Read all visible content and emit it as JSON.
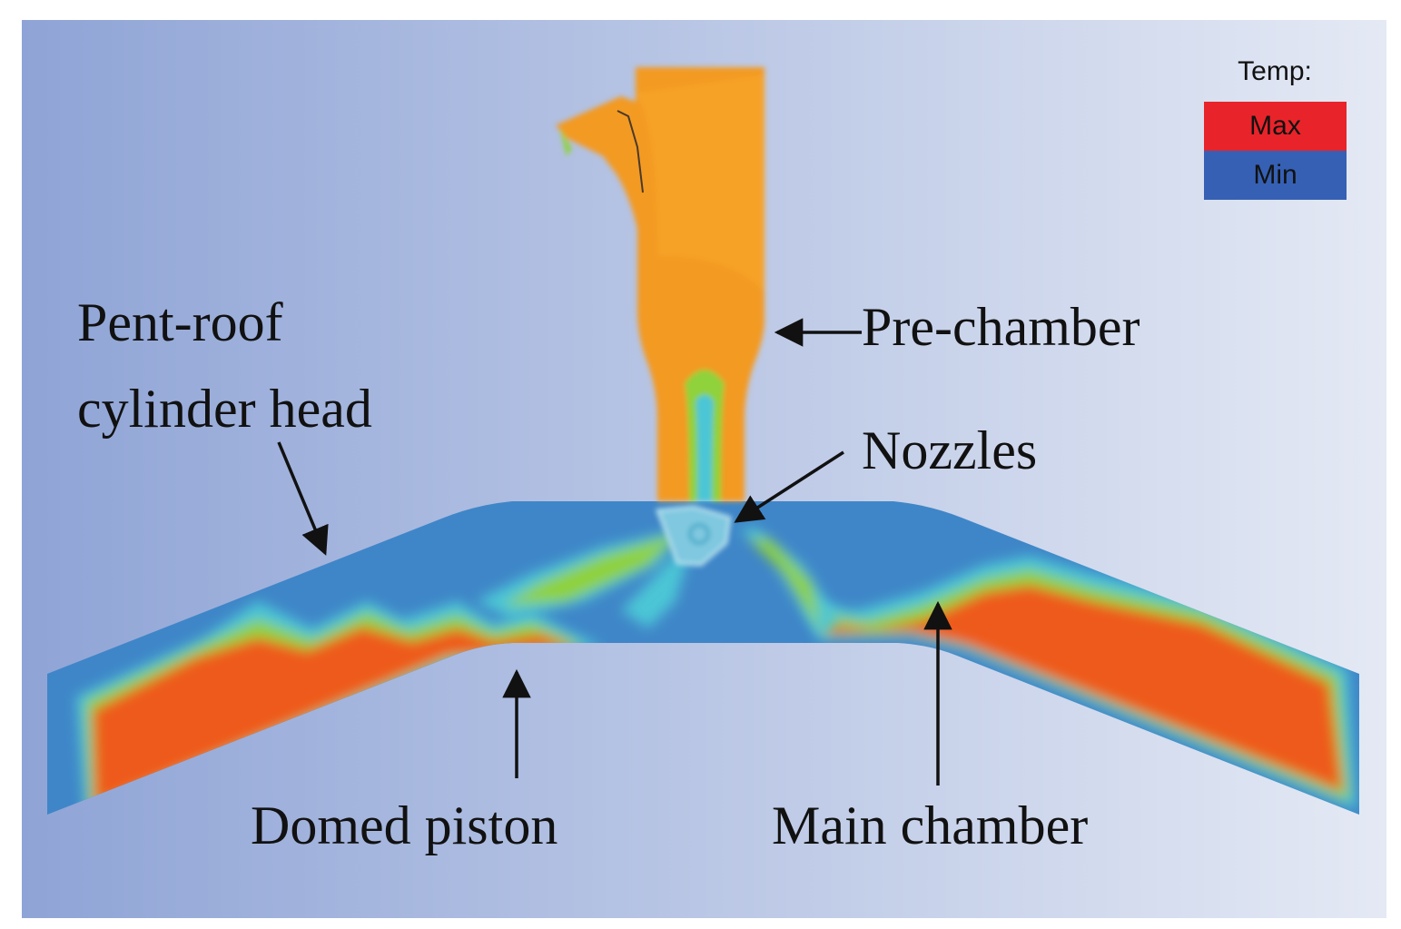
{
  "labels": {
    "pentroof_line1": "Pent-roof",
    "pentroof_line2": "cylinder head",
    "prechamber": "Pre-chamber",
    "nozzles": "Nozzles",
    "domed_piston": "Domed piston",
    "main_chamber": "Main chamber"
  },
  "legend": {
    "title": "Temp:",
    "max_label": "Max",
    "min_label": "Min",
    "max_color": "#e8242a",
    "min_color": "#3560b4"
  },
  "colors": {
    "background_left": "#8fa4d6",
    "background_right": "#e4e9f4",
    "cool_region": "#3f86c8",
    "hot_region": "#ee5a1c",
    "prechamber_fill": "#f39a22",
    "flame_green": "#8fd23a",
    "flame_cyan": "#4cc6d6"
  }
}
